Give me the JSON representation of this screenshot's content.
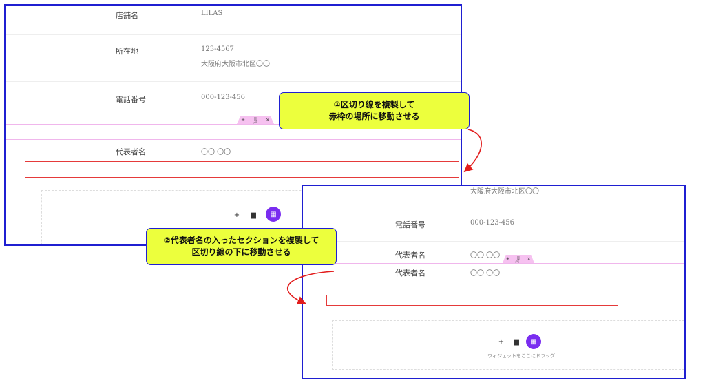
{
  "screen1": {
    "rows": [
      {
        "label": "店舗名",
        "value": "LILAS"
      },
      {
        "label": "所在地",
        "value": "123-4567",
        "value2": "大阪府大阪市北区〇〇"
      },
      {
        "label": "電話番号",
        "value": "000-123-456"
      },
      {
        "label": "代表者名",
        "value": "〇〇 〇〇"
      }
    ],
    "handle": {
      "add": "+",
      "move": "⠿",
      "close": "×"
    },
    "tools": {
      "add": "+",
      "folder": "▆",
      "template": "▦"
    }
  },
  "screen2": {
    "top_value": "大阪府大阪市北区〇〇",
    "rows": [
      {
        "label": "電話番号",
        "value": "000-123-456"
      },
      {
        "label": "代表者名",
        "value": "〇〇 〇〇"
      },
      {
        "label": "代表者名",
        "value": "〇〇 〇〇"
      }
    ],
    "handle": {
      "add": "+",
      "move": "⠿",
      "close": "×"
    },
    "tools": {
      "add": "+",
      "folder": "▆",
      "template": "▦"
    },
    "drag_text": "ウィジェットをここにドラッグ"
  },
  "callouts": {
    "c1_line1": "①区切り線を複製して",
    "c1_line2": "赤枠の場所に移動させる",
    "c2_line1": "②代表者名の入ったセクションを複製して",
    "c2_line2": "区切り線の下に移動させる"
  },
  "colors": {
    "frame": "#1f1fd1",
    "callout": "#ecff3d",
    "red": "#e53a3a",
    "pink": "#f6c1f0",
    "purple": "#7a2df0"
  }
}
